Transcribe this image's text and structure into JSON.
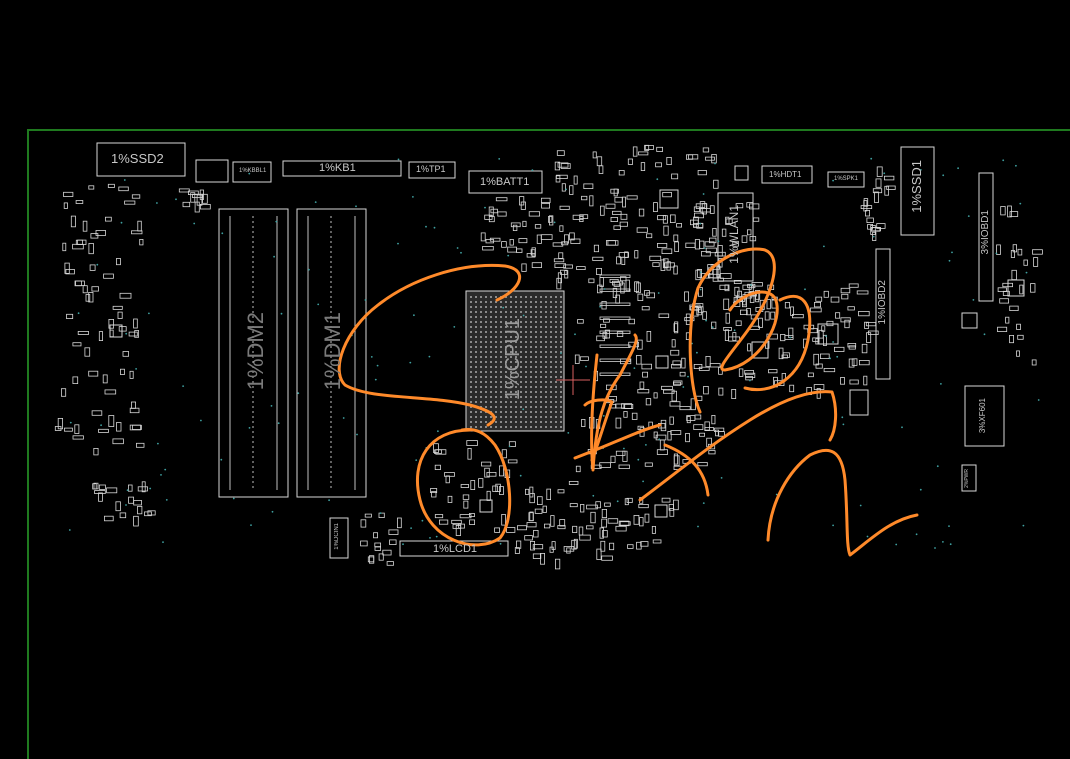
{
  "board": {
    "outline_color": "#1f7a1f",
    "component_color": "#d8d8d8",
    "via_color": "#3fa0a0",
    "annotation_color": "#ff8a2a"
  },
  "refdes": {
    "ssd2": "1%SSD2",
    "kbbl1": "1%KBBL1",
    "kb1": "1%KB1",
    "tp1": "1%TP1",
    "batt1": "1%BATT1",
    "hdt1": "1%HDT1",
    "spk1": "1%SPK1",
    "ssd1": "1%SSD1",
    "iobd1": "3%IOBD1",
    "dm2": "1%DM2",
    "dm1": "1%DM1",
    "cpu1": "1%CPU1",
    "wlan1": "1%WLAN1",
    "iobd2": "1%IOBD2",
    "xf601": "3%XF601",
    "dcin1": "1%DCIN1",
    "lcd1": "1%LCD1",
    "small_right": "2%PWR"
  }
}
